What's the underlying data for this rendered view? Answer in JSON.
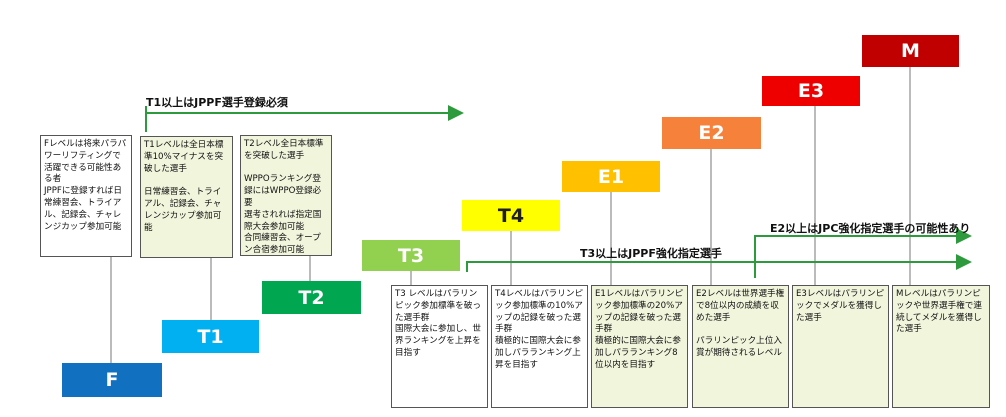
{
  "colors": {
    "F": "#1270c1",
    "T1": "#00b0f0",
    "T2": "#00a650",
    "T3": "#92d050",
    "T4": "#ffff00",
    "E1": "#ffc000",
    "E2": "#f5813a",
    "E3": "#ee0000",
    "M": "#c00000",
    "line": "#2e9a3e"
  },
  "steps": [
    {
      "id": "F",
      "label": "F"
    },
    {
      "id": "T1",
      "label": "T1"
    },
    {
      "id": "T2",
      "label": "T2"
    },
    {
      "id": "T3",
      "label": "T3"
    },
    {
      "id": "T4",
      "label": "T4"
    },
    {
      "id": "E1",
      "label": "E1"
    },
    {
      "id": "E2",
      "label": "E2"
    },
    {
      "id": "E3",
      "label": "E3"
    },
    {
      "id": "M",
      "label": "M"
    }
  ],
  "descriptions": {
    "F": "Fレベルは将来パラパワーリフティングで活躍できる可能性ある者\nJPPFに登録すれば日常練習会、トライアル、記録会、チャレンジカップ参加可能",
    "T1": "T1レベルは全日本標準10%マイナスを突破した選手\n\n日常練習会、トライアル、記録会、チャレンジカップ参加可能",
    "T2": "T2レベル全日本標準を突破した選手\n\nWPPOランキング登録にはWPPO登録必要\n選考されれば指定国際大会参加可能\n合同練習会、オープン合宿参加可能",
    "T3": "T3 レベルはパラリンピック参加標準を破った選手群\n国際大会に参加し、世界ランキングを上昇を目指す",
    "T4": "T4レベルはパラリンピック参加標準の10%アップの記録を破った選手群\n積極的に国際大会に参加しパラランキング上昇を目指す",
    "E1": "E1レベルはパラリンピック参加標準の20%アップの記録を破った選手群\n積極的に国際大会に参加しパラランキング8位以内を目指す",
    "E2": "E2レベルは世界選手権で8位以内の成績を収めた選手\n\nパラリンピック上位入賞が期待されるレベル",
    "E3": "E3レベルはパラリンピックでメダルを獲得した選手",
    "M": "Mレベルはパラリンピックや世界選手権で連続してメダルを獲得した選手"
  },
  "notes": {
    "t1_registration": "T1以上はJPPF選手登録必須",
    "t3_designation": "T3以上はJPPF強化指定選手",
    "e2_jpc": "E2以上はJPC強化指定選手の可能性あり"
  }
}
